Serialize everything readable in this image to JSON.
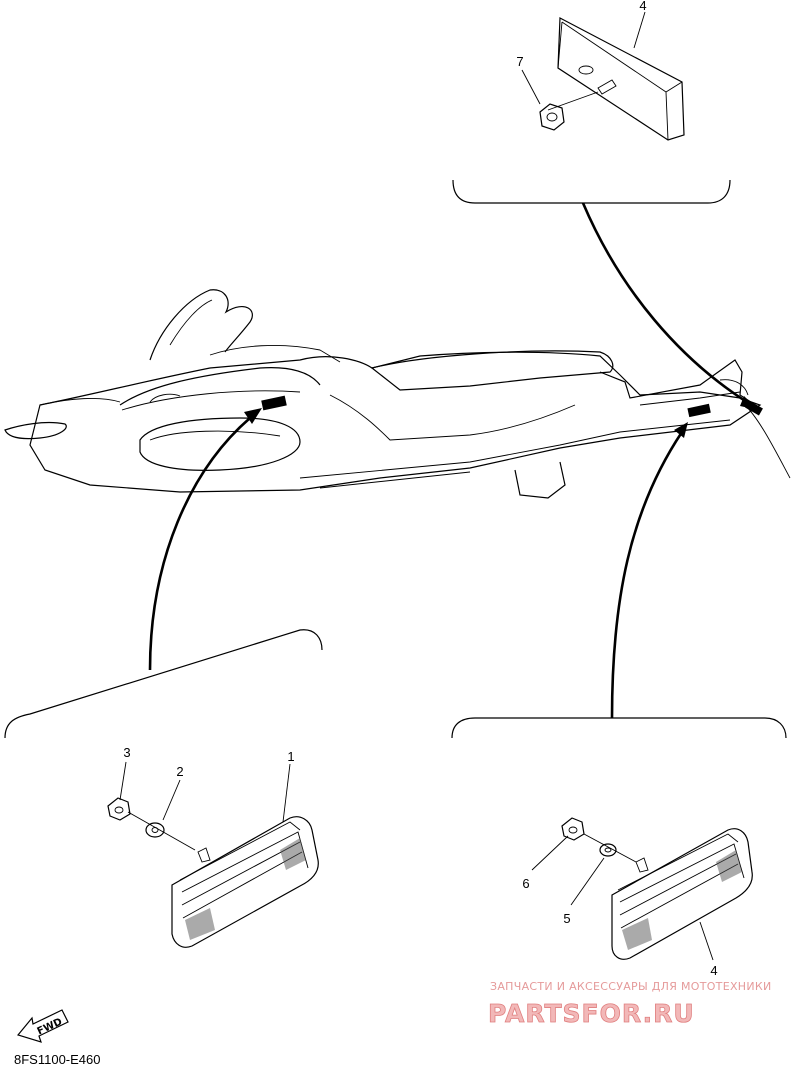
{
  "diagram": {
    "code": "8FS1100-E460",
    "fwd_label": "FWD",
    "callouts": {
      "c1": "1",
      "c2": "2",
      "c3": "3",
      "c4_top": "4",
      "c4_bottom": "4",
      "c5": "5",
      "c6": "6",
      "c7": "7"
    }
  },
  "watermark": {
    "tagline": "ЗАПЧАСТИ И АКСЕССУАРЫ ДЛЯ МОТОТЕХНИКИ",
    "brand": "PARTSFOR.RU",
    "colors": {
      "text": "#e59a9a",
      "fill": "#f2b8b8"
    }
  }
}
